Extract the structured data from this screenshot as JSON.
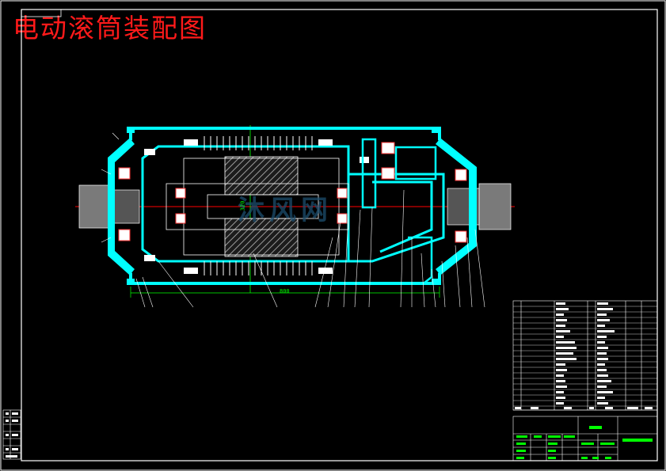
{
  "drawing": {
    "title": "电动滚筒装配图",
    "watermark": "沐风网",
    "dim_length": "800",
    "dim_diameter": "320"
  },
  "colors": {
    "background": "#000000",
    "frame": "#ffffff",
    "section_fill": "#00ffff",
    "center_line": "#ff0000",
    "dimension": "#00ff00",
    "title": "#ff1a1a"
  }
}
